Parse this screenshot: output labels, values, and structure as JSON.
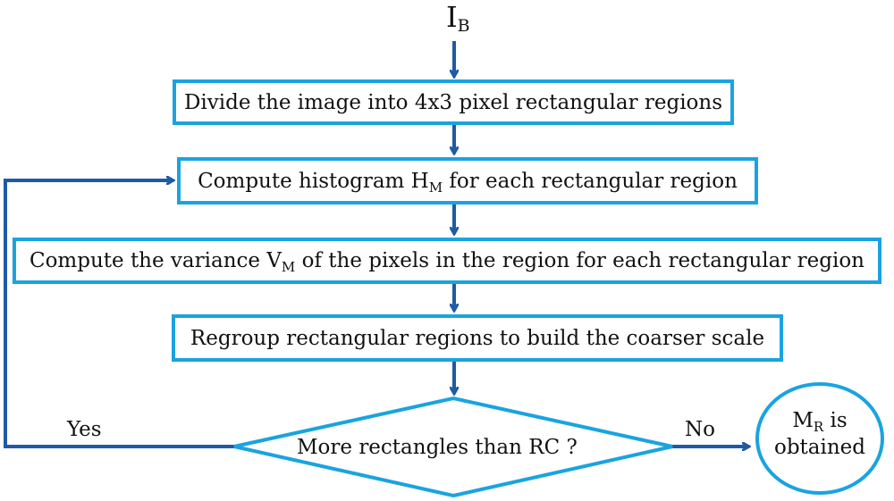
{
  "input": {
    "main": "I",
    "sub": "B"
  },
  "steps": [
    {
      "text": "Divide the image into 4x3 pixel rectangular regions"
    },
    {
      "before": "Compute histogram H",
      "sub": "M",
      "after": " for each rectangular region"
    },
    {
      "before": "Compute the variance V",
      "sub": "M",
      "after": " of the pixels in the region for each rectangular region"
    },
    {
      "text": "Regroup rectangular regions  to build the coarser scale"
    }
  ],
  "decision": {
    "text": "More rectangles than RC ?"
  },
  "branches": {
    "yes": "Yes",
    "no": "No"
  },
  "result": {
    "main": "M",
    "sub": "R",
    "line1_rest": " is",
    "line2": "obtained"
  },
  "colors": {
    "box_border": "#1aa3e0",
    "arrow": "#1f5aa6"
  }
}
